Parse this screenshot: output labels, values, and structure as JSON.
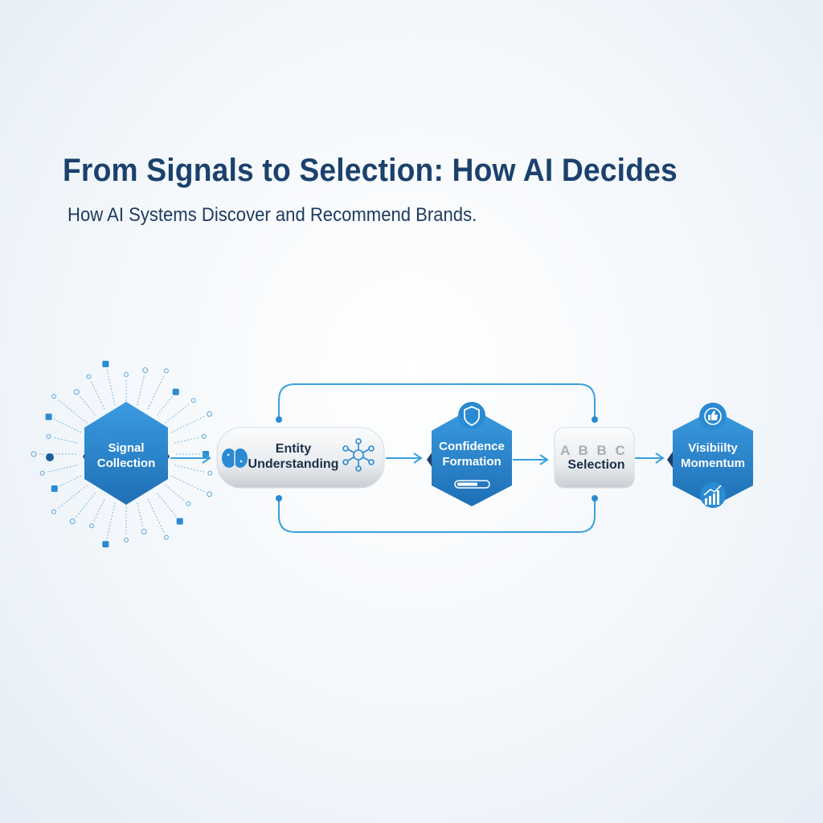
{
  "header": {
    "title": "From Signals to Selection: How AI Decides",
    "subtitle": "How AI Systems Discover and Recommend Brands."
  },
  "steps": [
    {
      "label_line1": "Signal",
      "label_line2": "Collection",
      "icon": "radiating-signals-icon"
    },
    {
      "label_line1": "Entity",
      "label_line2": "Understanding",
      "icon": "brain-icon"
    },
    {
      "label_line1": "Confidence",
      "label_line2": "Formation",
      "icon": "shield-icon"
    },
    {
      "label_line1": "A B B C",
      "label_line2": "Selection",
      "icon": "abc-letters-icon"
    },
    {
      "label_line1": "Visibiilty",
      "label_line2": "Momentum",
      "icon": "thumbs-up-icon"
    }
  ],
  "colors": {
    "accent": "#2a8ad2",
    "dark_text": "#1b2f4a",
    "title": "#1b416d",
    "line": "#3aa0dc"
  }
}
